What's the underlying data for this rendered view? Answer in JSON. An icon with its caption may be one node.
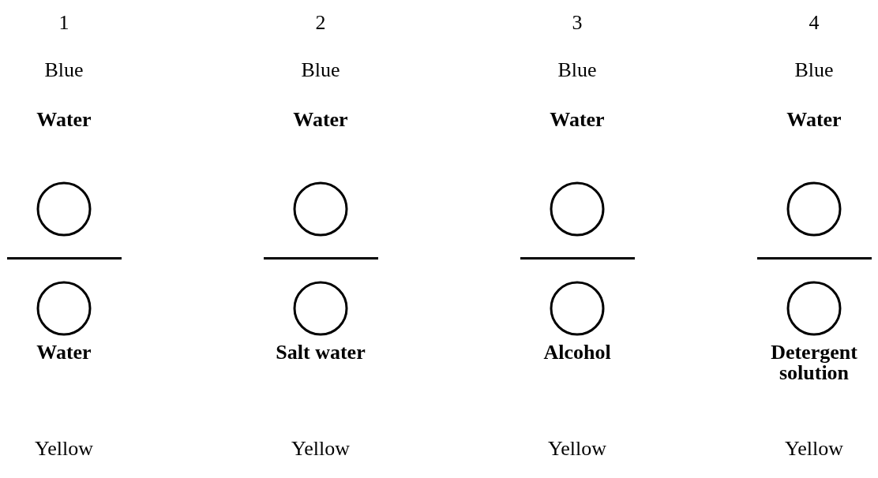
{
  "diagram": {
    "nodes": [
      {
        "text": [],
        "shape": "circle"
      },
      {
        "text": [],
        "shape": "circle"
      },
      {
        "text": [],
        "shape": "circle"
      },
      {
        "text": [],
        "shape": "circle"
      },
      {
        "text": [],
        "shape": "circle"
      },
      {
        "text": [],
        "shape": "circle"
      },
      {
        "text": [],
        "shape": "circle"
      },
      {
        "text": [],
        "shape": "circle"
      }
    ],
    "edges": [],
    "labels": [
      "1",
      "2",
      "3",
      "4",
      "Blue",
      "Blue",
      "Blue",
      "Blue",
      "Water",
      "Water",
      "Water",
      "Water",
      "Water",
      "Salt water",
      "Alcohol",
      "Detergent solution",
      "Yellow",
      "Yellow",
      "Yellow",
      "Yellow"
    ]
  }
}
